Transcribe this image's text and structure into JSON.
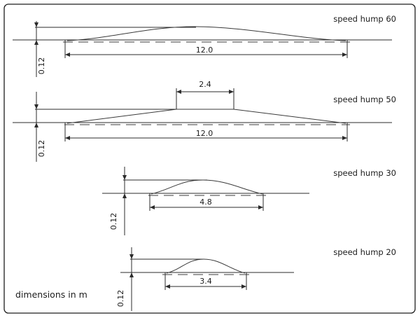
{
  "note": "dimensions in m",
  "humps": [
    {
      "title": "speed hump 60",
      "height": "0.12",
      "length": "12.0"
    },
    {
      "title": "speed hump 50",
      "height": "0.12",
      "length": "12.0",
      "top_width": "2.4"
    },
    {
      "title": "speed hump 30",
      "height": "0.12",
      "length": "4.8"
    },
    {
      "title": "speed hump 20",
      "height": "0.12",
      "length": "3.4"
    }
  ]
}
